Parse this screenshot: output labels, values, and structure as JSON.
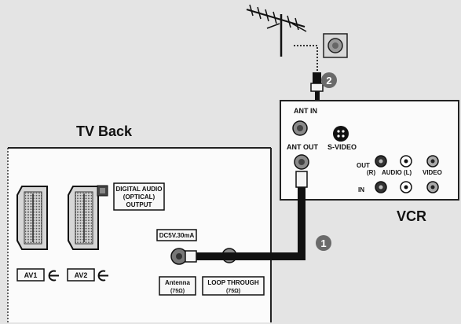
{
  "tv": {
    "title": "TV Back",
    "digital_audio": [
      "DIGITAL AUDIO",
      "(OPTICAL)",
      "OUTPUT"
    ],
    "av1": "AV1",
    "av2": "AV2",
    "dc_label": "DC5V.30mA",
    "antenna": {
      "label": "Antenna",
      "sub": "(75Ω)"
    },
    "loop": {
      "label": "LOOP THROUGH",
      "sub": "(75Ω)"
    }
  },
  "vcr": {
    "title": "VCR",
    "ant_in": "ANT IN",
    "ant_out": "ANT OUT",
    "s_video": "S-VIDEO",
    "out": "OUT",
    "in": "IN",
    "audio_r": "(R)",
    "audio_l": "AUDIO (L)",
    "video": "VIDEO"
  },
  "steps": {
    "one": "1",
    "two": "2"
  }
}
